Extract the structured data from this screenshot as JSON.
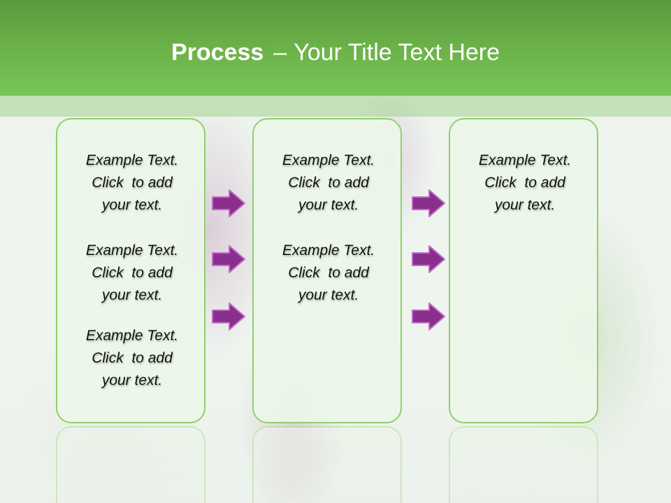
{
  "title": {
    "bold": "Process",
    "separator": "–",
    "text": "Your Title Text Here"
  },
  "columns": [
    {
      "items": [
        {
          "line1": "Example Text.",
          "line2": "Click  to add",
          "line3": "your text."
        },
        {
          "line1": "Example Text.",
          "line2": "Click  to add",
          "line3": "your text."
        },
        {
          "line1": "Example Text.",
          "line2": "Click  to add",
          "line3": "your text."
        }
      ]
    },
    {
      "items": [
        {
          "line1": "Example Text.",
          "line2": "Click  to add",
          "line3": "your text."
        },
        {
          "line1": "Example Text.",
          "line2": "Click  to add",
          "line3": "your text."
        }
      ]
    },
    {
      "items": [
        {
          "line1": "Example Text.",
          "line2": "Click  to add",
          "line3": "your text."
        }
      ]
    }
  ],
  "colors": {
    "header": "#6db44a",
    "box_border": "#8fd06a",
    "arrow_fill": "#8b2f8f",
    "arrow_stroke": "#c070c8"
  },
  "icons": {
    "arrow": "right-arrow-icon"
  }
}
